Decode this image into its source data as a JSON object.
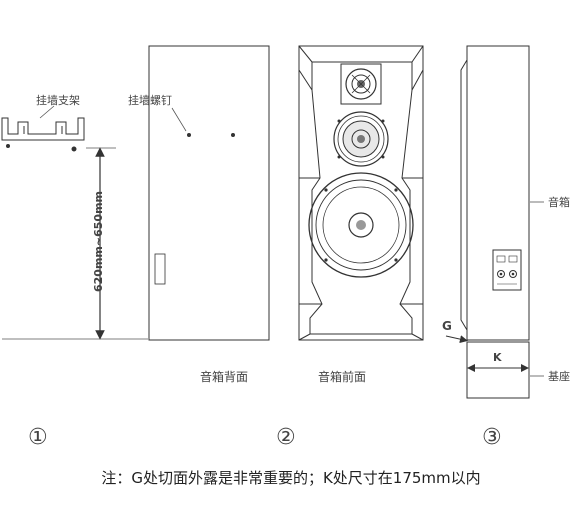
{
  "labels": {
    "wall_bracket": "挂墙支架",
    "wall_screw": "挂墙螺钉",
    "height_range": "620mm~650mm",
    "back_caption": "音箱背面",
    "front_caption": "音箱前面",
    "speaker_box": "音箱",
    "base": "基座",
    "g_label": "G",
    "k_label": "K"
  },
  "markers": {
    "one": "①",
    "two": "②",
    "three": "③"
  },
  "note": "注：G处切面外露是非常重要的；K处尺寸在175mm以内",
  "colors": {
    "line": "#333333",
    "text": "#444444"
  }
}
